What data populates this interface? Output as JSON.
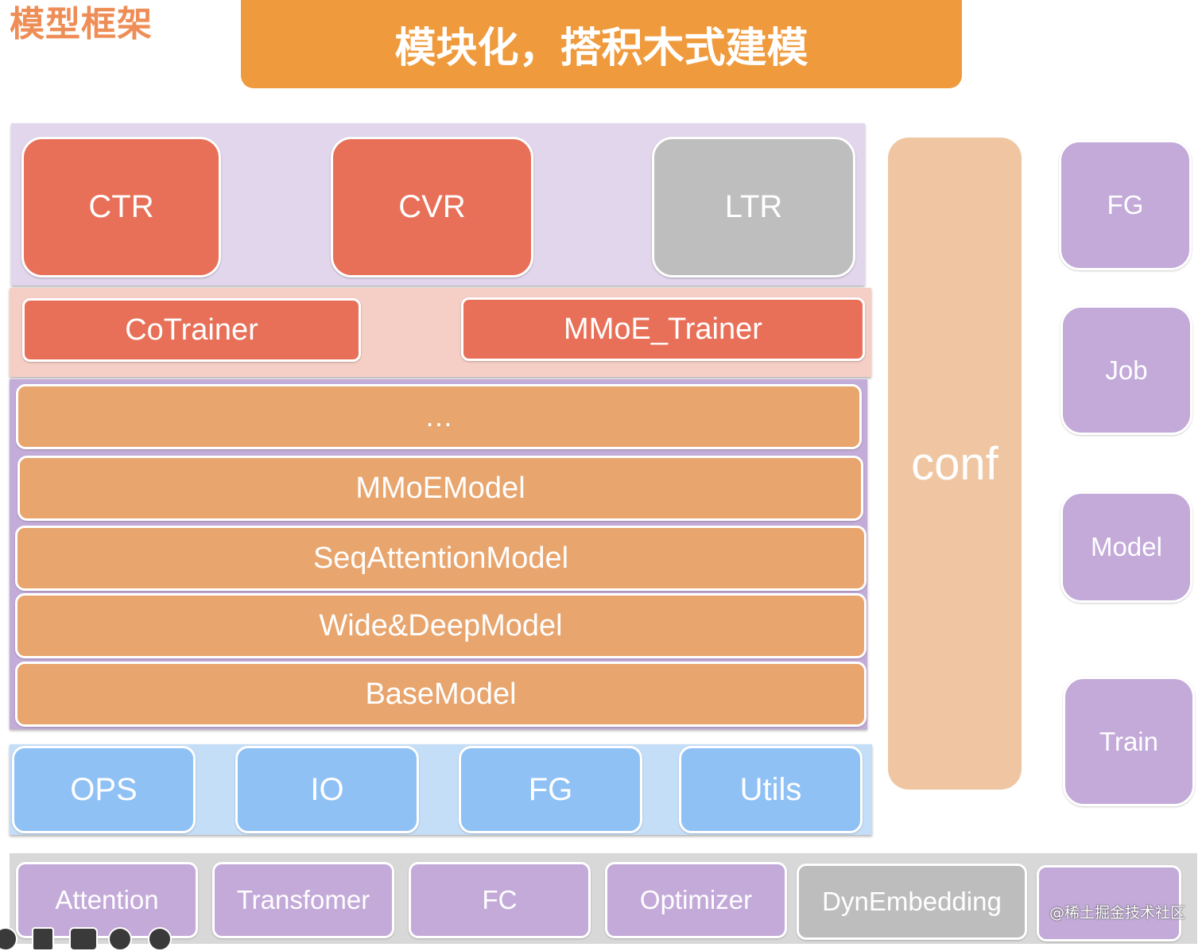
{
  "corner_title": "模型框架",
  "banner": "模块化，搭积木式建模",
  "tasks": [
    "CTR",
    "CVR",
    "LTR"
  ],
  "trainers": [
    "CoTrainer",
    "MMoE_Trainer"
  ],
  "models": [
    "…",
    "MMoEModel",
    "SeqAttentionModel",
    "Wide&DeepModel",
    "BaseModel"
  ],
  "base_libs": [
    "OPS",
    "IO",
    "FG",
    "Utils"
  ],
  "components": [
    "Attention",
    "Transfomer",
    "FC",
    "Optimizer",
    "DynEmbedding"
  ],
  "conf": "conf",
  "side_modules": [
    "FG",
    "Job",
    "Model",
    "Train"
  ],
  "watermark": "@稀土掘金技术社区",
  "colors": {
    "banner": "#ef9a3c",
    "task_red": "#e87058",
    "task_gray": "#bebebe",
    "model_orange": "#e8a56e",
    "lib_blue": "#8fc1f5",
    "purple": "#c3aad9",
    "conf": "#f0c6a2"
  }
}
